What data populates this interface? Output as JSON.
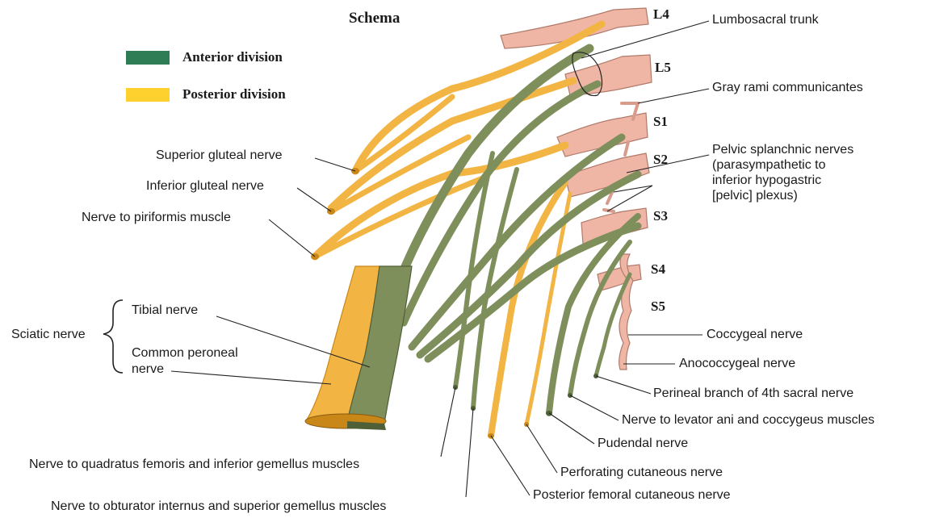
{
  "title": "Schema",
  "legend": [
    {
      "label": "Anterior division",
      "color": "#2e7d55"
    },
    {
      "label": "Posterior division",
      "color": "#ffd12e"
    }
  ],
  "colors": {
    "anterior_nerve": "#7e8f5c",
    "anterior_dark": "#4f5f38",
    "posterior_nerve": "#f2b544",
    "posterior_dark": "#c98717",
    "root": "#efb6a6",
    "leader": "#222222"
  },
  "roots": {
    "L4": "L4",
    "L5": "L5",
    "S1": "S1",
    "S2": "S2",
    "S3": "S3",
    "S4": "S4",
    "S5": "S5"
  },
  "labels": {
    "lumbosacral_trunk": "Lumbosacral trunk",
    "gray_rami": "Gray rami communicantes",
    "pelvic_splanchnic": [
      "Pelvic splanchnic nerves",
      "(parasympathetic to",
      "inferior hypogastric",
      "[pelvic] plexus)"
    ],
    "superior_gluteal": "Superior gluteal nerve",
    "inferior_gluteal": "Inferior gluteal nerve",
    "nerve_piriformis": "Nerve to piriformis muscle",
    "sciatic": "Sciatic nerve",
    "tibial": "Tibial nerve",
    "common_peroneal": [
      "Common peroneal",
      "nerve"
    ],
    "coccygeal": "Coccygeal nerve",
    "anococcygeal": "Anococcygeal nerve",
    "perineal_branch": "Perineal branch of 4th sacral nerve",
    "levator_ani": "Nerve to levator ani and coccygeus muscles",
    "pudendal": "Pudendal nerve",
    "perforating_cutaneous": "Perforating cutaneous nerve",
    "posterior_femoral": "Posterior femoral cutaneous nerve",
    "quadratus_femoris": "Nerve to quadratus femoris and inferior gemellus muscles",
    "obturator_internus": "Nerve to obturator internus and superior gemellus muscles"
  }
}
